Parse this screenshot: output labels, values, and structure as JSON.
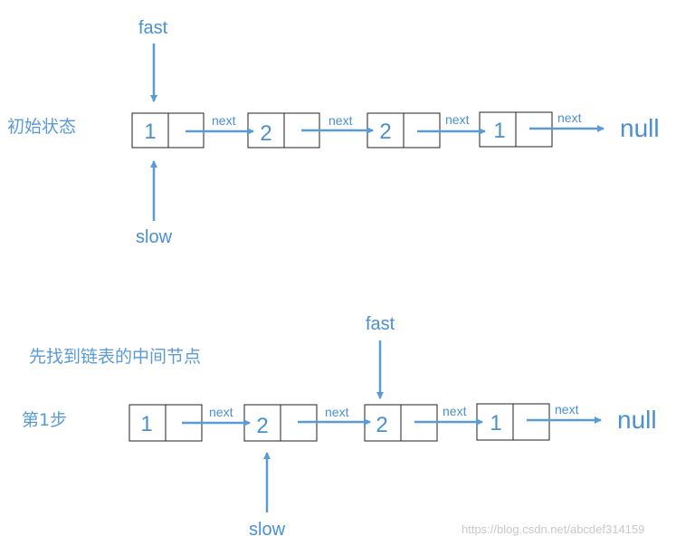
{
  "diagrams": [
    {
      "caption": "初始状态",
      "step_label": "",
      "nodes": [
        "1",
        "2",
        "2",
        "1"
      ],
      "edge_label": "next",
      "terminal": "null",
      "fast_pointer": {
        "label": "fast",
        "node_index": 0
      },
      "slow_pointer": {
        "label": "slow",
        "node_index": 0
      }
    },
    {
      "caption": "先找到链表的中间节点",
      "step_label": "第1步",
      "nodes": [
        "1",
        "2",
        "2",
        "1"
      ],
      "edge_label": "next",
      "terminal": "null",
      "fast_pointer": {
        "label": "fast",
        "node_index": 2
      },
      "slow_pointer": {
        "label": "slow",
        "node_index": 1
      }
    }
  ],
  "watermark": "https://blog.csdn.net/abcdef314159",
  "colors": {
    "accent": "#5b9bd5",
    "box_stroke": "#222222"
  }
}
